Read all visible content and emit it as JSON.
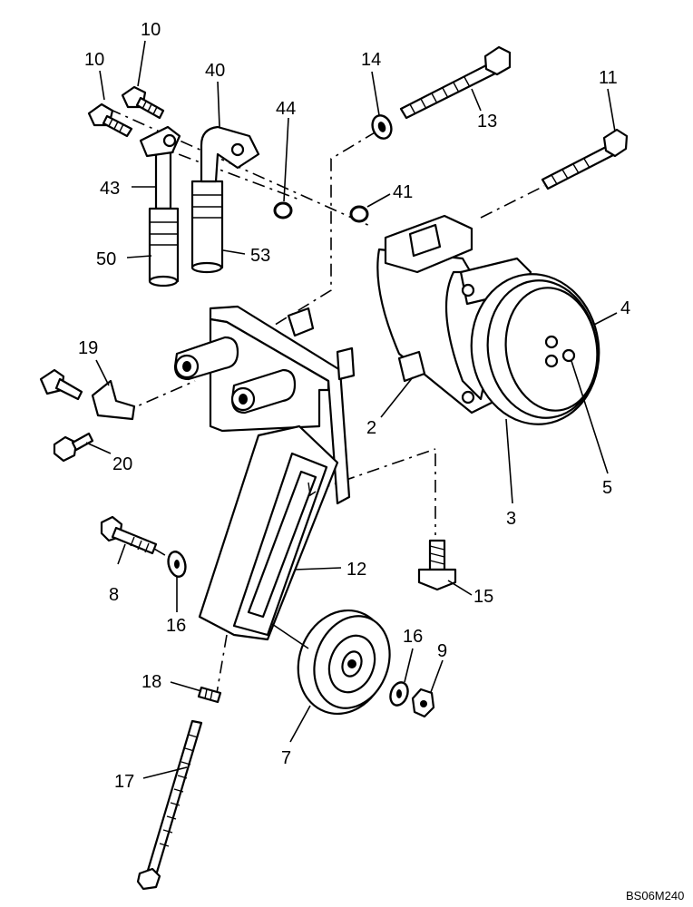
{
  "diagram": {
    "image_code": "BS06M240",
    "callouts": {
      "p2": "2",
      "p3": "3",
      "p4": "4",
      "p5": "5",
      "p7": "7",
      "p8": "8",
      "p9": "9",
      "p10a": "10",
      "p10b": "10",
      "p11": "11",
      "p12": "12",
      "p13": "13",
      "p14": "14",
      "p15": "15",
      "p16a": "16",
      "p16b": "16",
      "p17": "17",
      "p18": "18",
      "p19": "19",
      "p20": "20",
      "p40": "40",
      "p41": "41",
      "p43": "43",
      "p44": "44",
      "p50": "50",
      "p53": "53"
    }
  }
}
